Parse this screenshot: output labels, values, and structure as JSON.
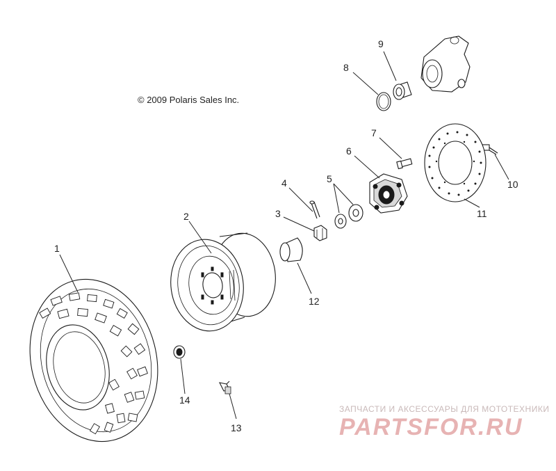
{
  "copyright": "© 2009 Polaris Sales Inc.",
  "callouts": [
    "1",
    "2",
    "3",
    "4",
    "5",
    "6",
    "7",
    "8",
    "9",
    "10",
    "11",
    "12",
    "13",
    "14"
  ],
  "watermark": {
    "tagline": "ЗАПЧАСТИ И АКСЕССУАРЫ ДЛЯ МОТОТЕХНИКИ",
    "brand": "PARTSFOR.RU"
  },
  "colors": {
    "line": "#1a1a1a",
    "watermark": "#e7b3b3"
  }
}
